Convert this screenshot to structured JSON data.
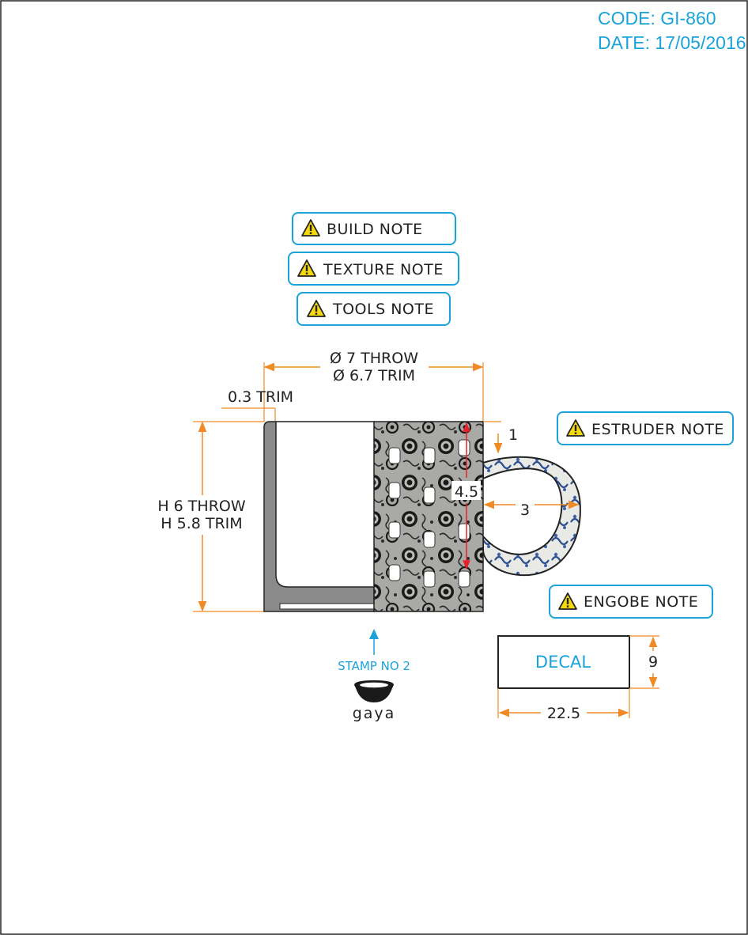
{
  "header": {
    "code": "CODE: GI-860",
    "date": "DATE: 17/05/2016"
  },
  "notes": {
    "build": "BUILD NOTE",
    "texture": "TEXTURE NOTE",
    "tools": "TOOLS NOTE",
    "estruder": "ESTRUDER NOTE",
    "engobe": "ENGOBE NOTE"
  },
  "dimensions": {
    "diameter_throw": "Ø 7 THROW",
    "diameter_trim": "Ø 6.7 TRIM",
    "wall_trim": "0.3 TRIM",
    "height_throw": "H 6 THROW",
    "height_trim": "H 5.8 TRIM",
    "handle_offset": "1",
    "handle_height": "4.5",
    "handle_width": "3"
  },
  "decal": {
    "label": "DECAL",
    "height": "9",
    "width": "22.5"
  },
  "stamp": {
    "label": "STAMP NO 2",
    "logo_text": "gaya"
  },
  "colors": {
    "accent": "#1aa3d9",
    "dimension": "#f08a24",
    "warning": "#f5d90a",
    "body": "#888888"
  }
}
